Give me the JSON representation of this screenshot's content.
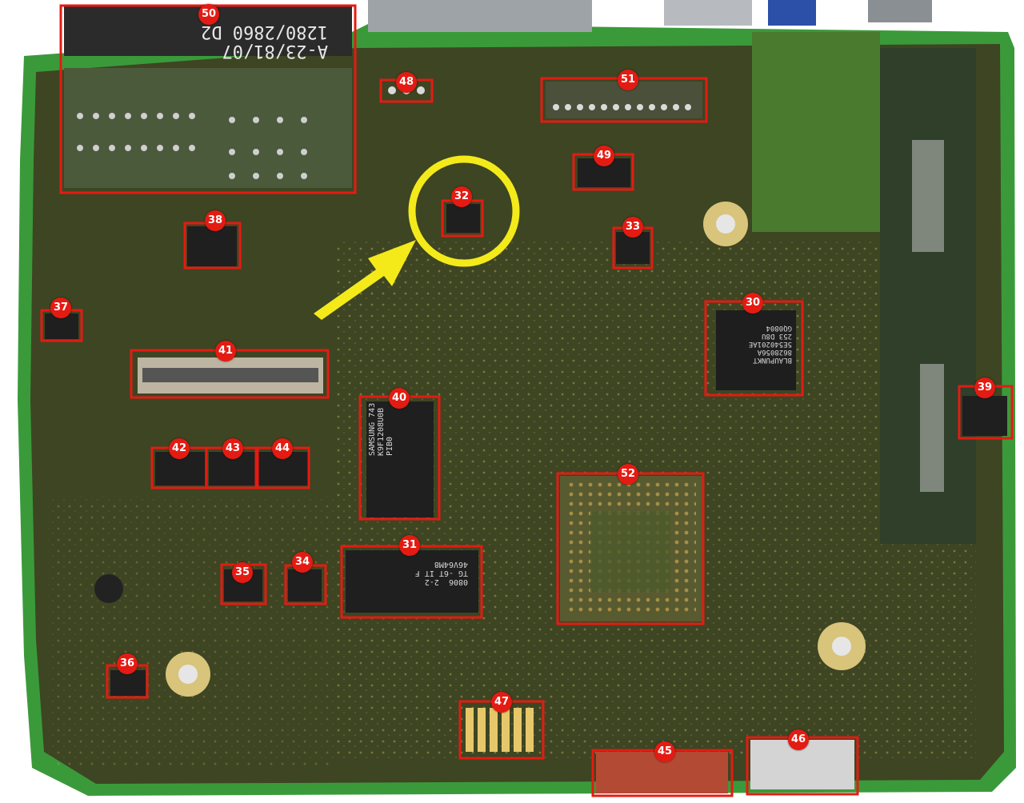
{
  "image": {
    "subject": "car radio PCB with annotated components"
  },
  "colors": {
    "pcb": "#3d4722",
    "pcb_edge": "#3a9a3a",
    "annotation_box": "#e41b12",
    "label_fill": "#e41b12",
    "highlight": "#f4ea1a"
  },
  "labels": [
    {
      "id": "30",
      "text": "30"
    },
    {
      "id": "31",
      "text": "31"
    },
    {
      "id": "32",
      "text": "32"
    },
    {
      "id": "33",
      "text": "33"
    },
    {
      "id": "34",
      "text": "34"
    },
    {
      "id": "35",
      "text": "35"
    },
    {
      "id": "36",
      "text": "36"
    },
    {
      "id": "37",
      "text": "37"
    },
    {
      "id": "38",
      "text": "38"
    },
    {
      "id": "39",
      "text": "39"
    },
    {
      "id": "40",
      "text": "40"
    },
    {
      "id": "41",
      "text": "41"
    },
    {
      "id": "42",
      "text": "42"
    },
    {
      "id": "43",
      "text": "43"
    },
    {
      "id": "44",
      "text": "44"
    },
    {
      "id": "45",
      "text": "45"
    },
    {
      "id": "46",
      "text": "46"
    },
    {
      "id": "47",
      "text": "47"
    },
    {
      "id": "48",
      "text": "48"
    },
    {
      "id": "49",
      "text": "49"
    },
    {
      "id": "50",
      "text": "50"
    },
    {
      "id": "51",
      "text": "51"
    },
    {
      "id": "52",
      "text": "52"
    }
  ],
  "chip_markings": {
    "connector_50_line1": "A-23/81/07",
    "connector_50_line2": "1280/2860 D2",
    "chip_40": "SAMSUNG 743\nK9F1208U0B\nPIB0",
    "chip_31": "0806  2-2\nTG -6T IT F\n46V64M8",
    "chip_30": "BLAUPUNKT\n8628056A\n5E540201AE\n253 D8U\nGQ0804"
  }
}
